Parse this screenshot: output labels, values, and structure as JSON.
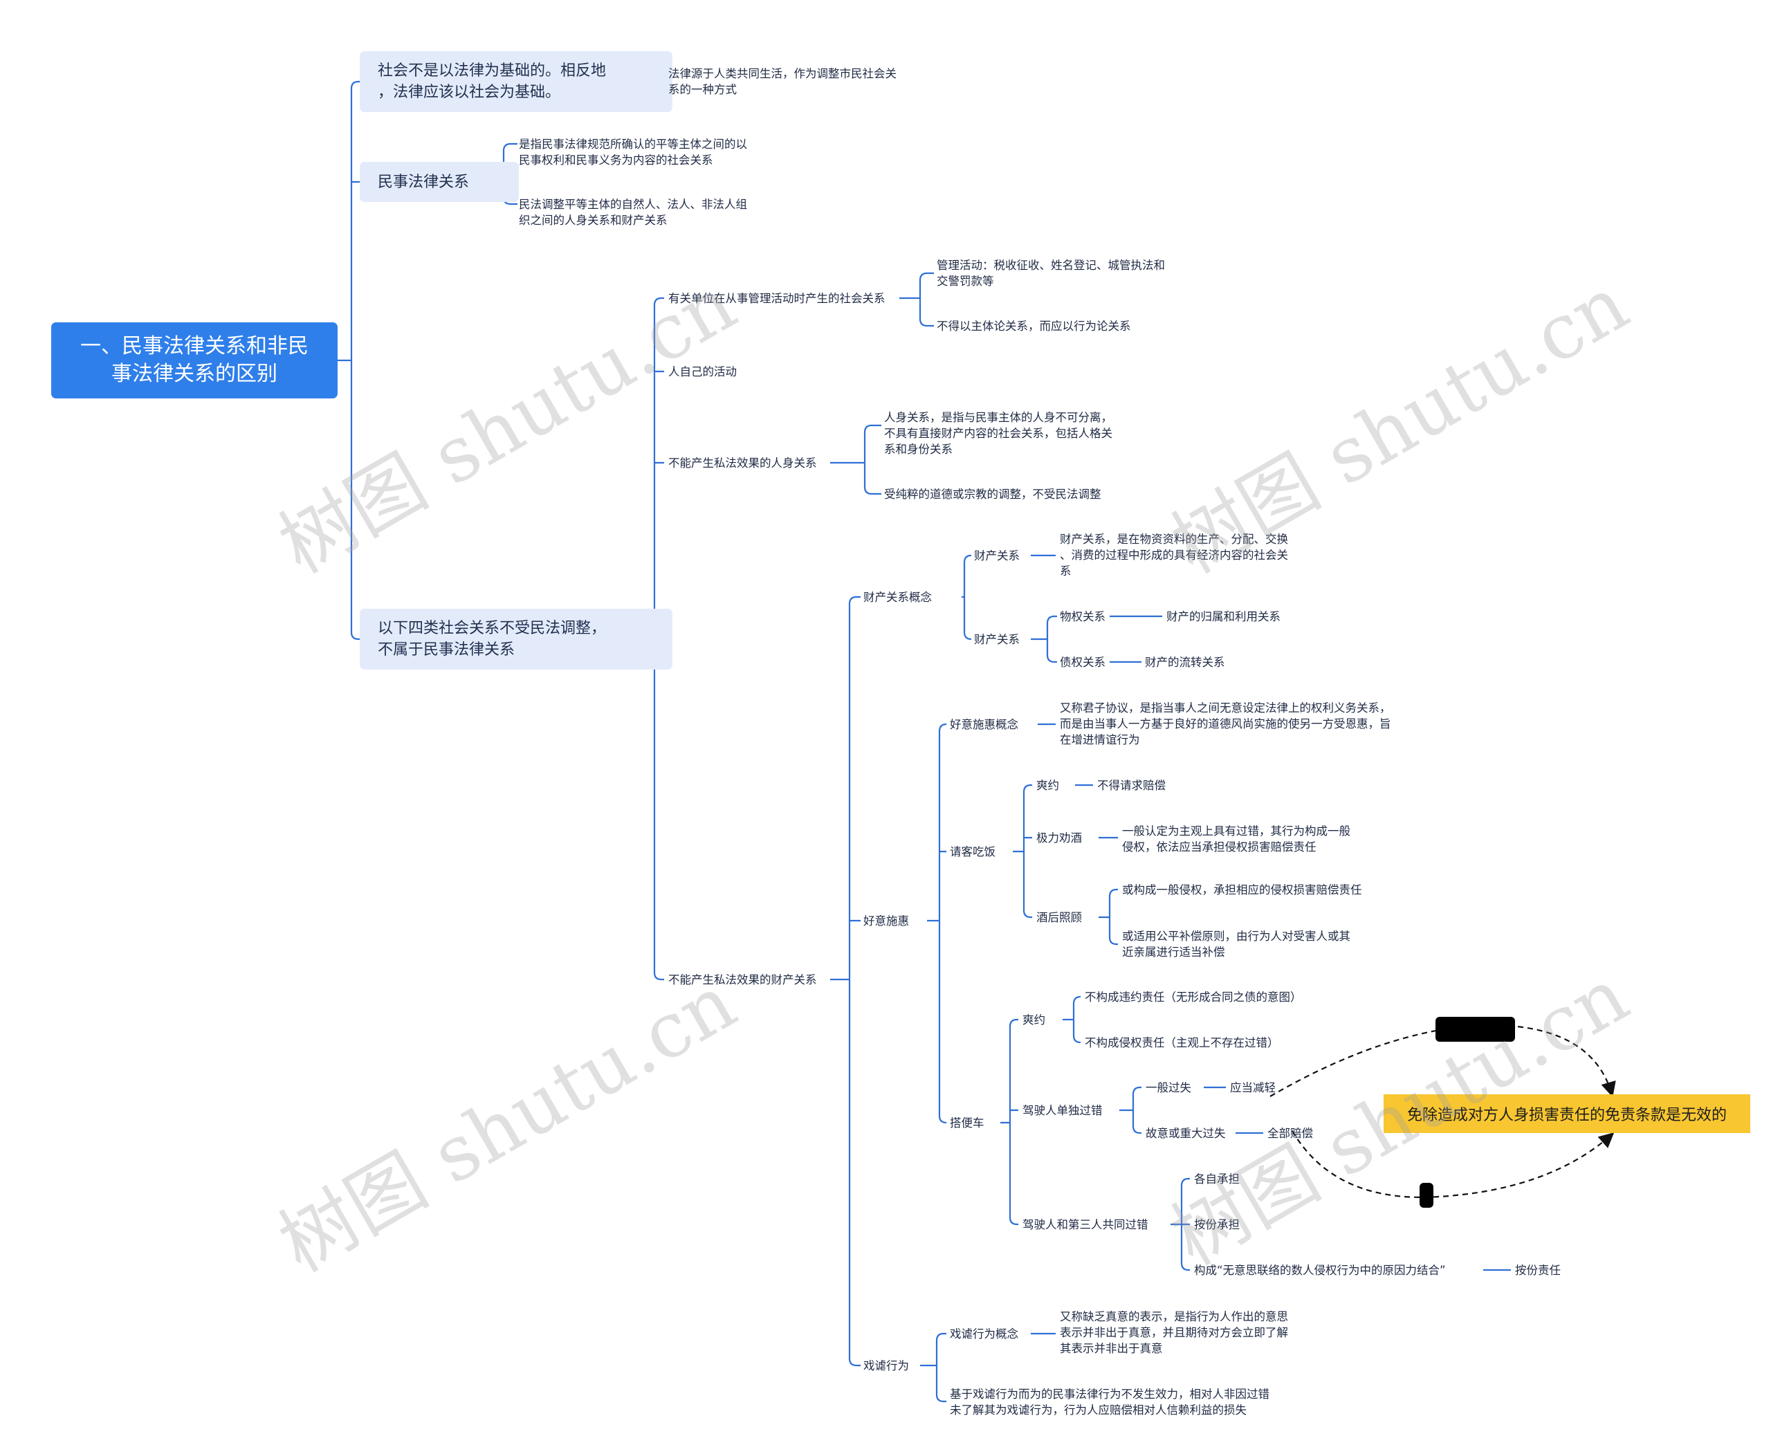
{
  "root": {
    "label": "一、民事法律关系和非民\n事法律关系的区别"
  },
  "branches": {
    "b1": {
      "label": "社会不是以法律为基础的。相反地\n，法律应该以社会为基础。",
      "children": {
        "c1": "法律源于人类共同生活，作为调整市民社会关\n系的一种方式"
      }
    },
    "b2": {
      "label": "民事法律关系",
      "children": {
        "c1": "是指民事法律规范所确认的平等主体之间的以\n民事权利和民事义务为内容的社会关系",
        "c2": "民法调整平等主体的自然人、法人、非法人组\n织之间的人身关系和财产关系"
      }
    },
    "b3": {
      "label": "以下四类社会关系不受民法调整，\n不属于民事法律关系",
      "admin": {
        "label": "有关单位在从事管理活动时产生的社会关系",
        "c1": "管理活动：税收征收、姓名登记、城管执法和\n交警罚款等",
        "c2": "不得以主体论关系，而应以行为论关系"
      },
      "self": {
        "label": "人自己的活动"
      },
      "personal": {
        "label": "不能产生私法效果的人身关系",
        "c1": "人身关系，是指与民事主体的人身不可分离，\n不具有直接财产内容的社会关系，包括人格关\n系和身份关系",
        "c2": "受纯粹的道德或宗教的调整，不受民法调整"
      },
      "property": {
        "label": "不能产生私法效果的财产关系",
        "concept": {
          "label": "财产关系概念",
          "p1": {
            "label": "财产关系",
            "def": "财产关系，是在物资资料的生产、分配、交换\n、消费的过程中形成的具有经济内容的社会关\n系"
          },
          "p2": {
            "label": "财产关系",
            "real": {
              "label": "物权关系",
              "val": "财产的归属和利用关系"
            },
            "debt": {
              "label": "债权关系",
              "val": "财产的流转关系"
            }
          }
        },
        "favor": {
          "label": "好意施惠",
          "concept": {
            "label": "好意施惠概念",
            "def": "又称君子协议，是指当事人之间无意设定法律上的权利义务关系，\n而是由当事人一方基于良好的道德风尚实施的使另一方受恩惠，旨\n在增进情谊行为"
          },
          "treat": {
            "label": "请客吃饭",
            "breach": {
              "label": "爽约",
              "val": "不得请求赔偿"
            },
            "drink": {
              "label": "极力劝酒",
              "val": "一般认定为主观上具有过错，其行为构成一般\n侵权，依法应当承担侵权损害赔偿责任"
            },
            "care": {
              "label": "酒后照顾",
              "v1": "或构成一般侵权，承担相应的侵权损害赔偿责任",
              "v2": "或适用公平补偿原则，由行为人对受害人或其\n近亲属进行适当补偿"
            }
          },
          "ride": {
            "label": "搭便车",
            "breach": {
              "label": "爽约",
              "v1": "不构成违约责任（无形成合同之债的意图）",
              "v2": "不构成侵权责任（主观上不存在过错）"
            },
            "driver": {
              "label": "驾驶人单独过错",
              "general": {
                "label": "一般过失",
                "val": "应当减轻"
              },
              "gross": {
                "label": "故意或重大过失",
                "val": "全部赔偿"
              }
            },
            "third": {
              "label": "驾驶人和第三人共同过错",
              "v1": "各自承担",
              "v2": "按份承担",
              "v3": {
                "label": "构成“无意思联络的数人侵权行为中的原因力结合”",
                "val": "按份责任"
              }
            }
          }
        },
        "joke": {
          "label": "戏谑行为",
          "concept": {
            "label": "戏谑行为概念",
            "def": "又称缺乏真意的表示，是指行为人作出的意思\n表示并非出于真意，并且期待对方会立即了解\n其表示并非出于真意"
          },
          "effect": "基于戏谑行为而为的民事法律行为不发生效力，相对人非因过错\n未了解其为戏谑行为，行为人应赔偿相对人信赖利益的损失"
        }
      }
    }
  },
  "callout": {
    "label": "免除造成对方人身损害责任的免责条款是无效的"
  },
  "watermark": "树图 shutu.cn",
  "colors": {
    "root": "#2f7fea",
    "branch_bg": "#e3ebfb",
    "line": "#2e6fd6",
    "callout": "#f8c630"
  }
}
